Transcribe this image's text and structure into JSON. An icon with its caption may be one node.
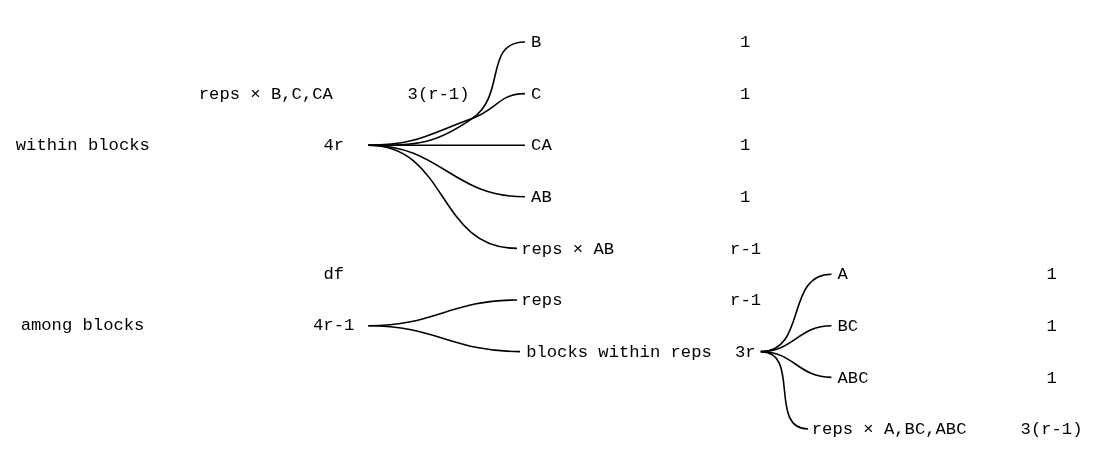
{
  "diagram": {
    "nodes": [
      {
        "text": [
          "4r-1"
        ]
      },
      {
        "text": [
          "reps"
        ],
        "beside": [
          "r-1"
        ]
      },
      {
        "text": [
          "blocks within reps"
        ],
        "beside": [
          "3r"
        ]
      },
      {
        "text": [
          "A"
        ],
        "beside": [
          "1"
        ]
      },
      {
        "text": [
          "BC"
        ],
        "beside": [
          "1"
        ]
      },
      {
        "text": [
          "ABC"
        ],
        "beside": [
          "1"
        ]
      },
      {
        "text": [
          "reps × A,BC,ABC"
        ],
        "beside": [
          "3(r-1)"
        ]
      },
      {
        "text": [
          "4r"
        ]
      },
      {
        "text": [
          "B"
        ],
        "beside": [
          "1"
        ]
      },
      {
        "text": [
          "C"
        ],
        "beside": [
          "1"
        ]
      },
      {
        "text": [
          "CA"
        ],
        "beside": [
          "1"
        ]
      },
      {
        "text": [
          "reps × B,C,CA"
        ],
        "beside": [
          "3(r-1)"
        ]
      },
      {
        "text": [
          "AB"
        ],
        "beside": [
          "1"
        ]
      },
      {
        "text": [
          "reps × AB"
        ],
        "beside": [
          "r-1"
        ]
      }
    ],
    "edges": [
      {
        "from": 0,
        "to": 1,
        "arrow": "none"
      },
      {
        "from": 0,
        "to": 2,
        "arrow": "none"
      },
      {
        "from": 2,
        "to": 3,
        "arrow": "none"
      },
      {
        "from": 2,
        "to": 4,
        "arrow": "none"
      },
      {
        "from": 2,
        "to": 5,
        "arrow": "none"
      },
      {
        "from": 2,
        "to": 6,
        "arrow": "none"
      },
      {
        "from": 7,
        "to": 8,
        "arrow": "none"
      },
      {
        "from": 7,
        "to": 9,
        "arrow": "none"
      },
      {
        "from": 7,
        "to": 10,
        "arrow": "none"
      },
      {
        "from": 7,
        "to": 12,
        "arrow": "none"
      },
      {
        "from": 7,
        "to": 13,
        "arrow": "none"
      }
    ],
    "labels": [
      "df",
      "among blocks",
      "within blocks"
    ]
  }
}
